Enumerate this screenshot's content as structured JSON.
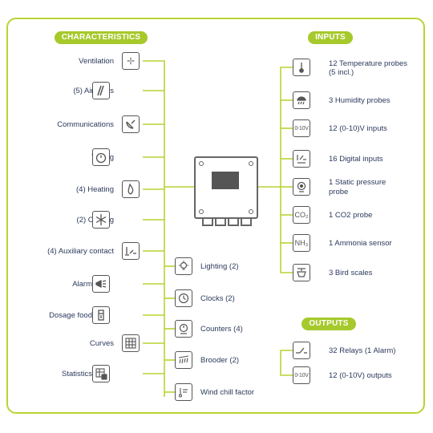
{
  "headers": {
    "characteristics": "CHARACTERISTICS",
    "inputs": "INPUTS",
    "outputs": "OUTPUTS"
  },
  "characteristics_left": [
    {
      "label": "Ventilation",
      "icon": "fan-icon"
    },
    {
      "label": "(5) Air-inlets",
      "icon": "air-inlet-icon"
    },
    {
      "label": "Communications",
      "icon": "satellite-icon"
    },
    {
      "label": "Timing",
      "icon": "timer-icon"
    },
    {
      "label": "(4) Heating",
      "icon": "flame-icon"
    },
    {
      "label": "(2) Cooling",
      "icon": "snowflake-icon"
    },
    {
      "label": "(4) Auxiliary contact",
      "icon": "contact-icon"
    },
    {
      "label": "Alarm",
      "icon": "horn-icon"
    },
    {
      "label": "Dosage food",
      "icon": "dosage-icon"
    },
    {
      "label": "Curves",
      "icon": "curves-grid-icon"
    },
    {
      "label": "Statistics",
      "icon": "statistics-icon"
    }
  ],
  "characteristics_right": [
    {
      "label": "Lighting (2)",
      "icon": "bulb-icon"
    },
    {
      "label": "Clocks (2)",
      "icon": "clock-icon"
    },
    {
      "label": "Counters (4)",
      "icon": "counter-icon"
    },
    {
      "label": "Brooder (2)",
      "icon": "brooder-icon"
    },
    {
      "label": "Wind chill factor",
      "icon": "wind-chill-icon"
    }
  ],
  "inputs": [
    {
      "label": "12 Temperature probes",
      "label2": "(5 incl.)",
      "icon": "thermometer-icon"
    },
    {
      "label": "3 Humidity probes",
      "label2": "",
      "icon": "humidity-icon"
    },
    {
      "label": "12 (0-10)V inputs",
      "label2": "",
      "icon": "analog-input-icon",
      "glyph": "0-10V"
    },
    {
      "label": "16 Digital inputs",
      "label2": "",
      "icon": "digital-input-icon"
    },
    {
      "label": "1 Static pressure",
      "label2": "probe",
      "icon": "pressure-icon"
    },
    {
      "label": "1 CO2 probe",
      "label2": "",
      "icon": "co2-icon",
      "glyph": "CO₂"
    },
    {
      "label": "1 Ammonia sensor",
      "label2": "",
      "icon": "nh3-icon",
      "glyph": "NH₃"
    },
    {
      "label": "3 Bird scales",
      "label2": "",
      "icon": "scale-icon"
    }
  ],
  "outputs": [
    {
      "label": "32 Relays (1 Alarm)",
      "icon": "relay-icon"
    },
    {
      "label": "12 (0-10V) outputs",
      "icon": "analog-output-icon",
      "glyph": "0-10V"
    }
  ],
  "colors": {
    "accent": "#a6c92b",
    "frame": "#b8d433",
    "text": "#2b3a5c",
    "line": "#b8d433"
  }
}
